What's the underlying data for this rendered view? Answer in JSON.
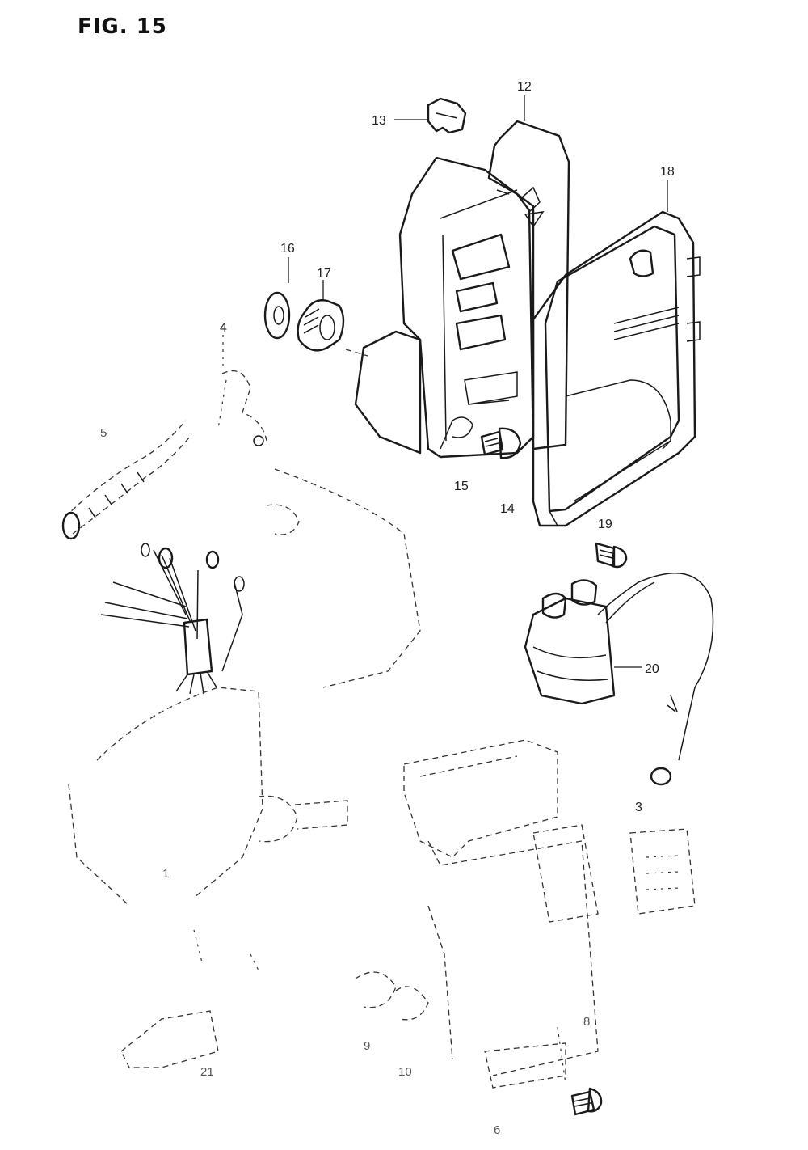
{
  "figure": {
    "title": "FIG. 15"
  },
  "labels": {
    "p12": "12",
    "p13": "13",
    "p18": "18",
    "p16": "16",
    "p17": "17",
    "p4": "4",
    "p5": "5",
    "p15": "15",
    "p14": "14",
    "p19": "19",
    "p20": "20",
    "p3": "3",
    "p9": "9",
    "p10": "10",
    "p8": "8",
    "p6": "6",
    "p21": "21",
    "p1": "1"
  }
}
